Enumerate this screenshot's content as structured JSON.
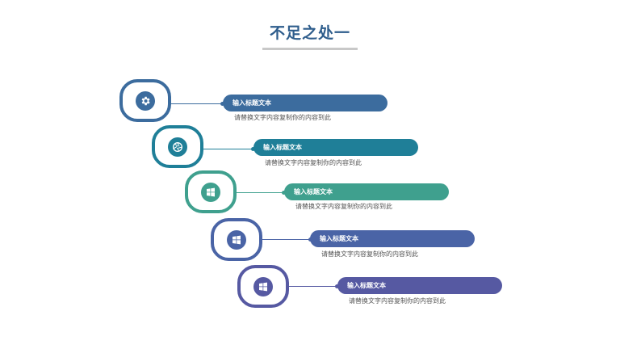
{
  "title": "不足之处一",
  "items": [
    {
      "icon": "gear-icon",
      "heading": "输入标题文本",
      "body": "请替换文字内容复制你的内容到此",
      "color": "#3c6c9e"
    },
    {
      "icon": "aperture-icon",
      "heading": "输入标题文本",
      "body": "请替换文字内容复制你的内容到此",
      "color": "#1f7f98"
    },
    {
      "icon": "windows-icon",
      "heading": "输入标题文本",
      "body": "请替换文字内容复制你的内容到此",
      "color": "#3fa08e"
    },
    {
      "icon": "windows-icon",
      "heading": "输入标题文本",
      "body": "请替换文字内容复制你的内容到此",
      "color": "#4a64a6"
    },
    {
      "icon": "windows-icon",
      "heading": "输入标题文本",
      "body": "请替换文字内容复制你的内容到此",
      "color": "#5659a2"
    }
  ]
}
